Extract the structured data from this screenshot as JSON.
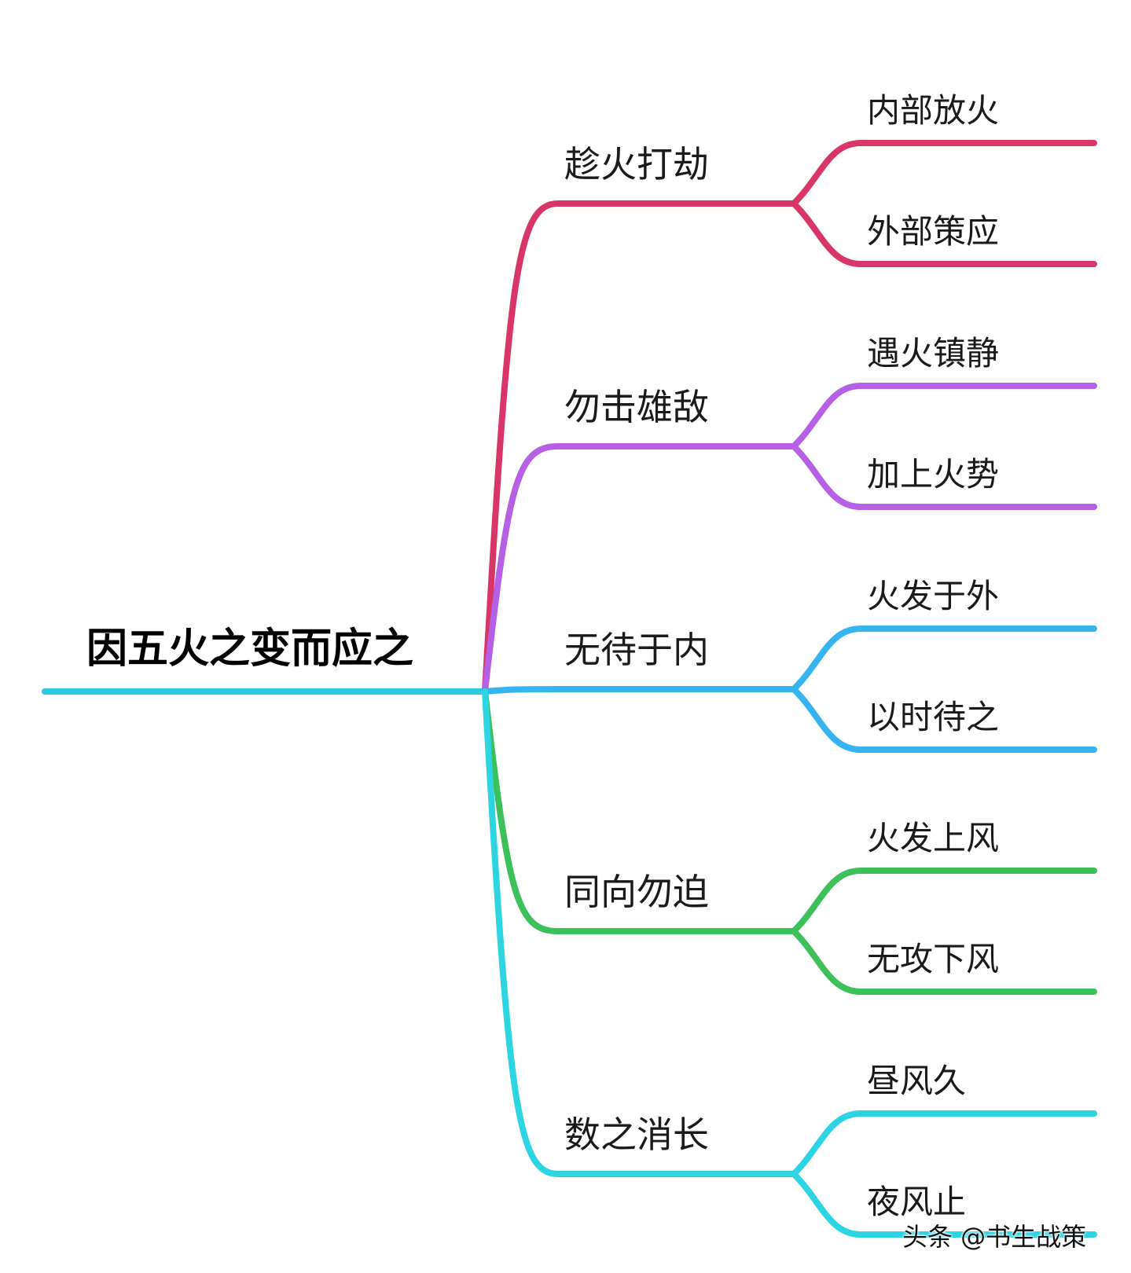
{
  "root": {
    "label": "因五火之变而应之",
    "color": "#2dcbe0"
  },
  "branches": [
    {
      "label": "趁火打劫",
      "color": "#d83668",
      "leaves": [
        "内部放火",
        "外部策应"
      ]
    },
    {
      "label": "勿击雄敌",
      "color": "#b660e6",
      "leaves": [
        "遇火镇静",
        "加上火势"
      ]
    },
    {
      "label": "无待于内",
      "color": "#35b4ef",
      "leaves": [
        "火发于外",
        "以时待之"
      ]
    },
    {
      "label": "同向勿迫",
      "color": "#3cc05a",
      "leaves": [
        "火发上风",
        "无攻下风"
      ]
    },
    {
      "label": "数之消长",
      "color": "#2dd4e2",
      "leaves": [
        "昼风久",
        "夜风止"
      ]
    }
  ],
  "watermark": "头条 @书生战策"
}
